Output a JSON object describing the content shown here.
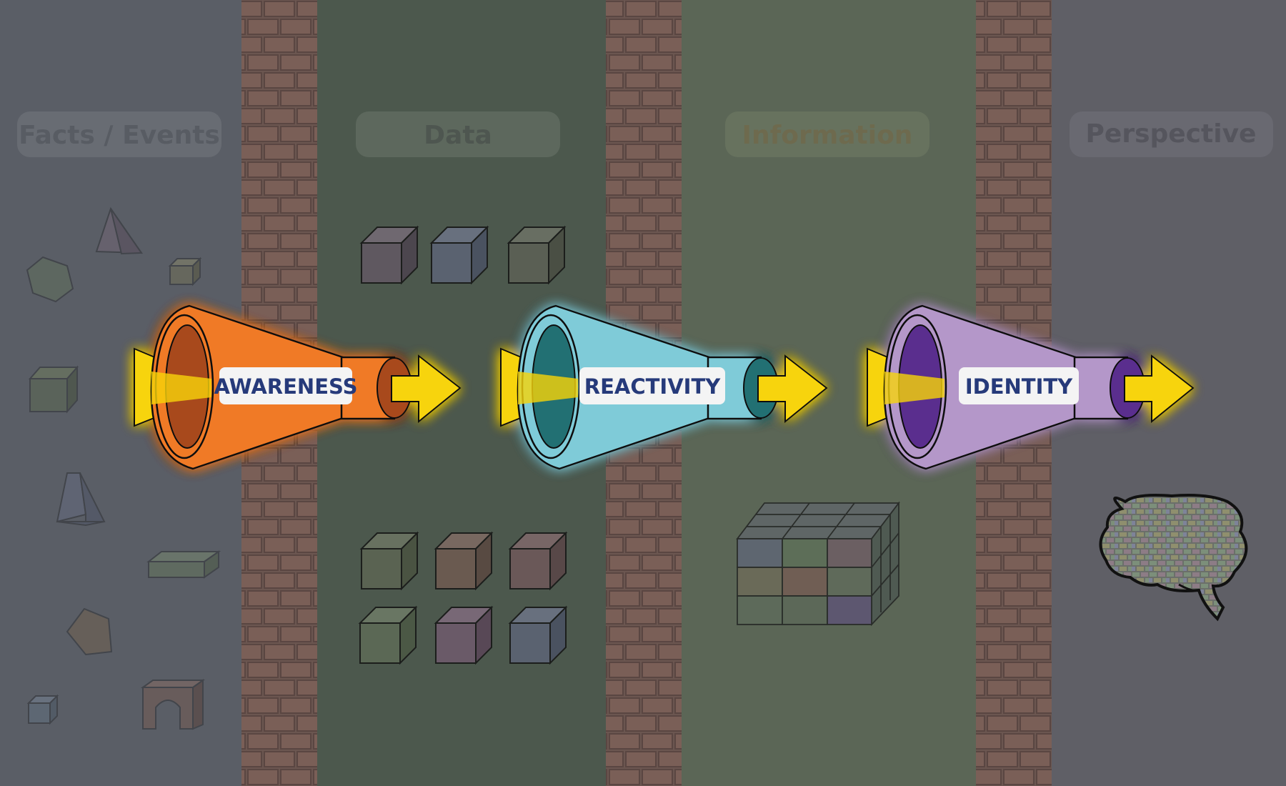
{
  "columns": [
    {
      "title": "Facts / Events",
      "color": "#5a5e66"
    },
    {
      "title": "Data",
      "color": "#4c584d"
    },
    {
      "title": "Information",
      "color": "#5b6656"
    },
    {
      "title": "Perspective",
      "color": "#5f5f66"
    }
  ],
  "funnels": [
    {
      "label": "AWARENESS",
      "color": "#f07a28",
      "inner": "#a8481f"
    },
    {
      "label": "REACTIVITY",
      "color": "#7fcbd8",
      "inner": "#246f73"
    },
    {
      "label": "IDENTITY",
      "color": "#b497c9",
      "inner": "#5a2f8e"
    }
  ],
  "colors": {
    "arrow": "#f7d40a",
    "glow": "#ffd900",
    "brick": "#6b5550",
    "label_text": "#263a7a"
  }
}
